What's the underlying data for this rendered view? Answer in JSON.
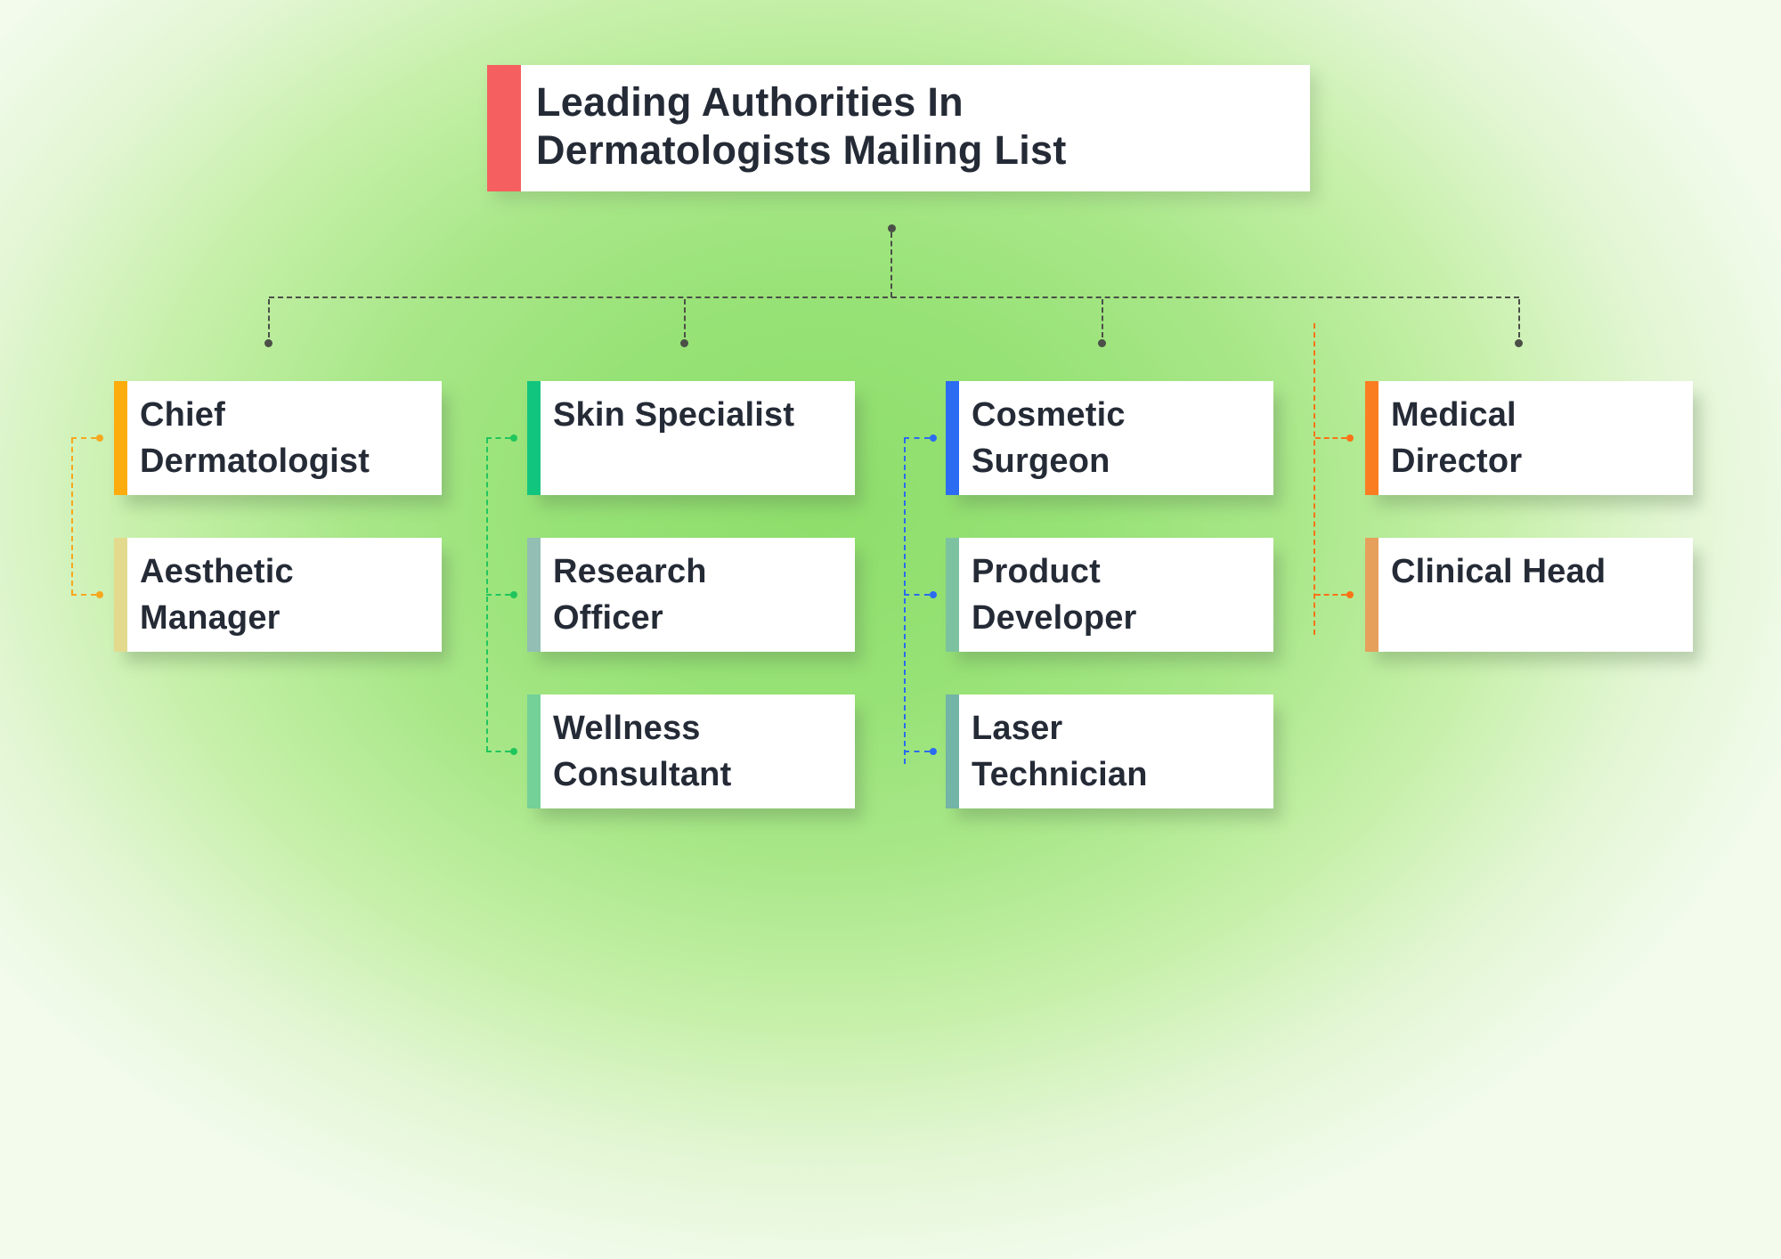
{
  "title": {
    "line1": "Leading Authorities In",
    "line2": "Dermatologists Mailing List"
  },
  "colors": {
    "title_accent": "#F55F5F",
    "tree_gray": "#4B4F47",
    "card_background": "#FFFFFF",
    "text": "#252B36"
  },
  "columns": [
    {
      "connector_color": "#F5A81F",
      "cards": [
        {
          "line1": "Chief",
          "line2": "Dermatologist",
          "accent": "#FCAC0C"
        },
        {
          "line1": "Aesthetic",
          "line2": "Manager",
          "accent": "#E3DA8E"
        }
      ]
    },
    {
      "connector_color": "#21C55D",
      "cards": [
        {
          "line1": "Skin Specialist",
          "line2": "",
          "accent": "#12C57E"
        },
        {
          "line1": "Research",
          "line2": "Officer",
          "accent": "#92BEB3"
        },
        {
          "line1": "Wellness",
          "line2": "Consultant",
          "accent": "#74D198"
        }
      ]
    },
    {
      "connector_color": "#2B6BF0",
      "cards": [
        {
          "line1": "Cosmetic",
          "line2": "Surgeon",
          "accent": "#2C6CF2"
        },
        {
          "line1": "Product",
          "line2": "Developer",
          "accent": "#7CC2A0"
        },
        {
          "line1": "Laser",
          "line2": "Technician",
          "accent": "#72B4A6"
        }
      ]
    },
    {
      "connector_color": "#F97316",
      "cards": [
        {
          "line1": "Medical",
          "line2": "Director",
          "accent": "#FB7D22"
        },
        {
          "line1": "Clinical Head",
          "line2": "",
          "accent": "#E6A05C"
        }
      ]
    }
  ]
}
